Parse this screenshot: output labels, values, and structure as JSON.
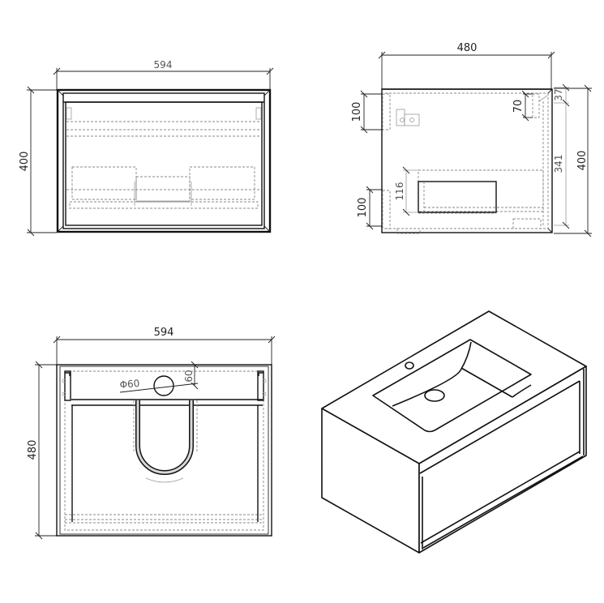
{
  "drawing": {
    "front_view": {
      "width_label": "594",
      "height_label": "400"
    },
    "side_view": {
      "depth_label": "480",
      "height_label": "400",
      "top_bracket_label": "100",
      "bottom_bracket_label": "100",
      "drawer_height_label": "116",
      "rail_label": "70",
      "top_offset_label": "37",
      "inner_height_label": "341"
    },
    "top_view": {
      "width_label": "594",
      "depth_label": "480",
      "drain_diameter_label": "Φ60",
      "drain_offset_label": "60"
    },
    "isometric_view": {
      "description": "Isometric view of wall-hung vanity with integrated basin and drawer"
    }
  }
}
